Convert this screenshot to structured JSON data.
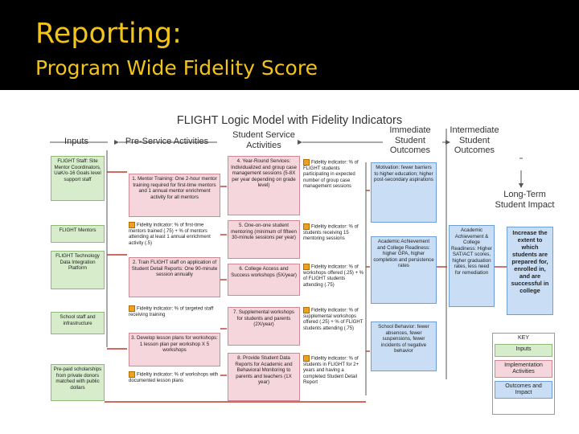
{
  "slide": {
    "title_line1": "Reporting:",
    "title_line2": "Program Wide Fidelity Score"
  },
  "diagram": {
    "title": "FLIGHT Logic Model with Fidelity Indicators",
    "columns": {
      "inputs": "Inputs",
      "pre_service": "Pre-Service Activities",
      "student_service": "Student Service Activities",
      "immediate": "Immediate Student Outcomes",
      "intermediate": "Intermediate Student Outcomes",
      "long_term": "Long-Term Student Impact"
    },
    "inputs": [
      "FLIGHT Staff: Site Mentor Coordinators, UaK/o-16 Goals level support staff",
      "FLIGHT Mentors",
      "FLIGHT Technology Data Integration Platform",
      "School staff and infrastructure",
      "Pre-paid scholarships from private donors matched with public dollars"
    ],
    "pre_service": [
      "1. Mentor Training: One 2-hour mentor training required for first-time mentors and 1 annual mentor enrichment activity for all mentors",
      "2. Train FLIGHT staff on application of Student Detail Reports: One 90-minute session annually",
      "3. Develop lesson plans for workshops: 1 lesson plan per workshop X 5 workshops"
    ],
    "pre_service_fidelity": [
      "Fidelity indicator: % of first-time mentors trained (.75) + % of mentors attending at least 1 annual enrichment activity (.5)",
      "Fidelity indicator: % of targeted staff receiving training",
      "Fidelity indicator: % of workshops with documented lesson plans"
    ],
    "student_service": [
      "4. Year-Round Services: Individualized and group case management sessions (5-8X per year depending on grade level)",
      "5. One-on-one student mentoring (minimum of fifteen 30-minute sessions per year)",
      "6. College Access and Success workshops (5X/year)",
      "7. Supplemental workshops for students and parents (2X/year)",
      "8. Provide Student Data Reports for Academic and Behavioral Monitoring to parents and teachers (1X year)"
    ],
    "student_service_fidelity": [
      "Fidelity indicator: % of FLIGHT students participating in expected number of group case management sessions",
      "Fidelity indicator: % of students receiving 15 mentoring sessions",
      "Fidelity indicator: % of workshops offered (.25) + % of FLIGHT students attending (.75)",
      "Fidelity indicator: % of supplemental workshops offered (.25) + % of FLIGHT students attending (.75)",
      "Fidelity indicator: % of students in FLIGHT for 2+ years and having a completed Student Detail Report"
    ],
    "immediate": [
      "Motivation: fewer barriers to higher education; higher post-secondary aspirations",
      "Academic Achievement and College Readiness: higher GPA, higher completion and persistence rates",
      "School Behavior: fewer absences, fewer suspensions, fewer incidents of negative behavior"
    ],
    "intermediate": [
      "Academic Achievement & College Readiness: Higher SAT/ACT scores, higher graduation rates, less need for remediation"
    ],
    "long_term": "Increase the extent to which students are prepared for, enrolled in, and are successful in college",
    "key": {
      "title": "KEY",
      "items": [
        "Inputs",
        "Implementation Activities",
        "Outcomes and Impact"
      ]
    }
  }
}
